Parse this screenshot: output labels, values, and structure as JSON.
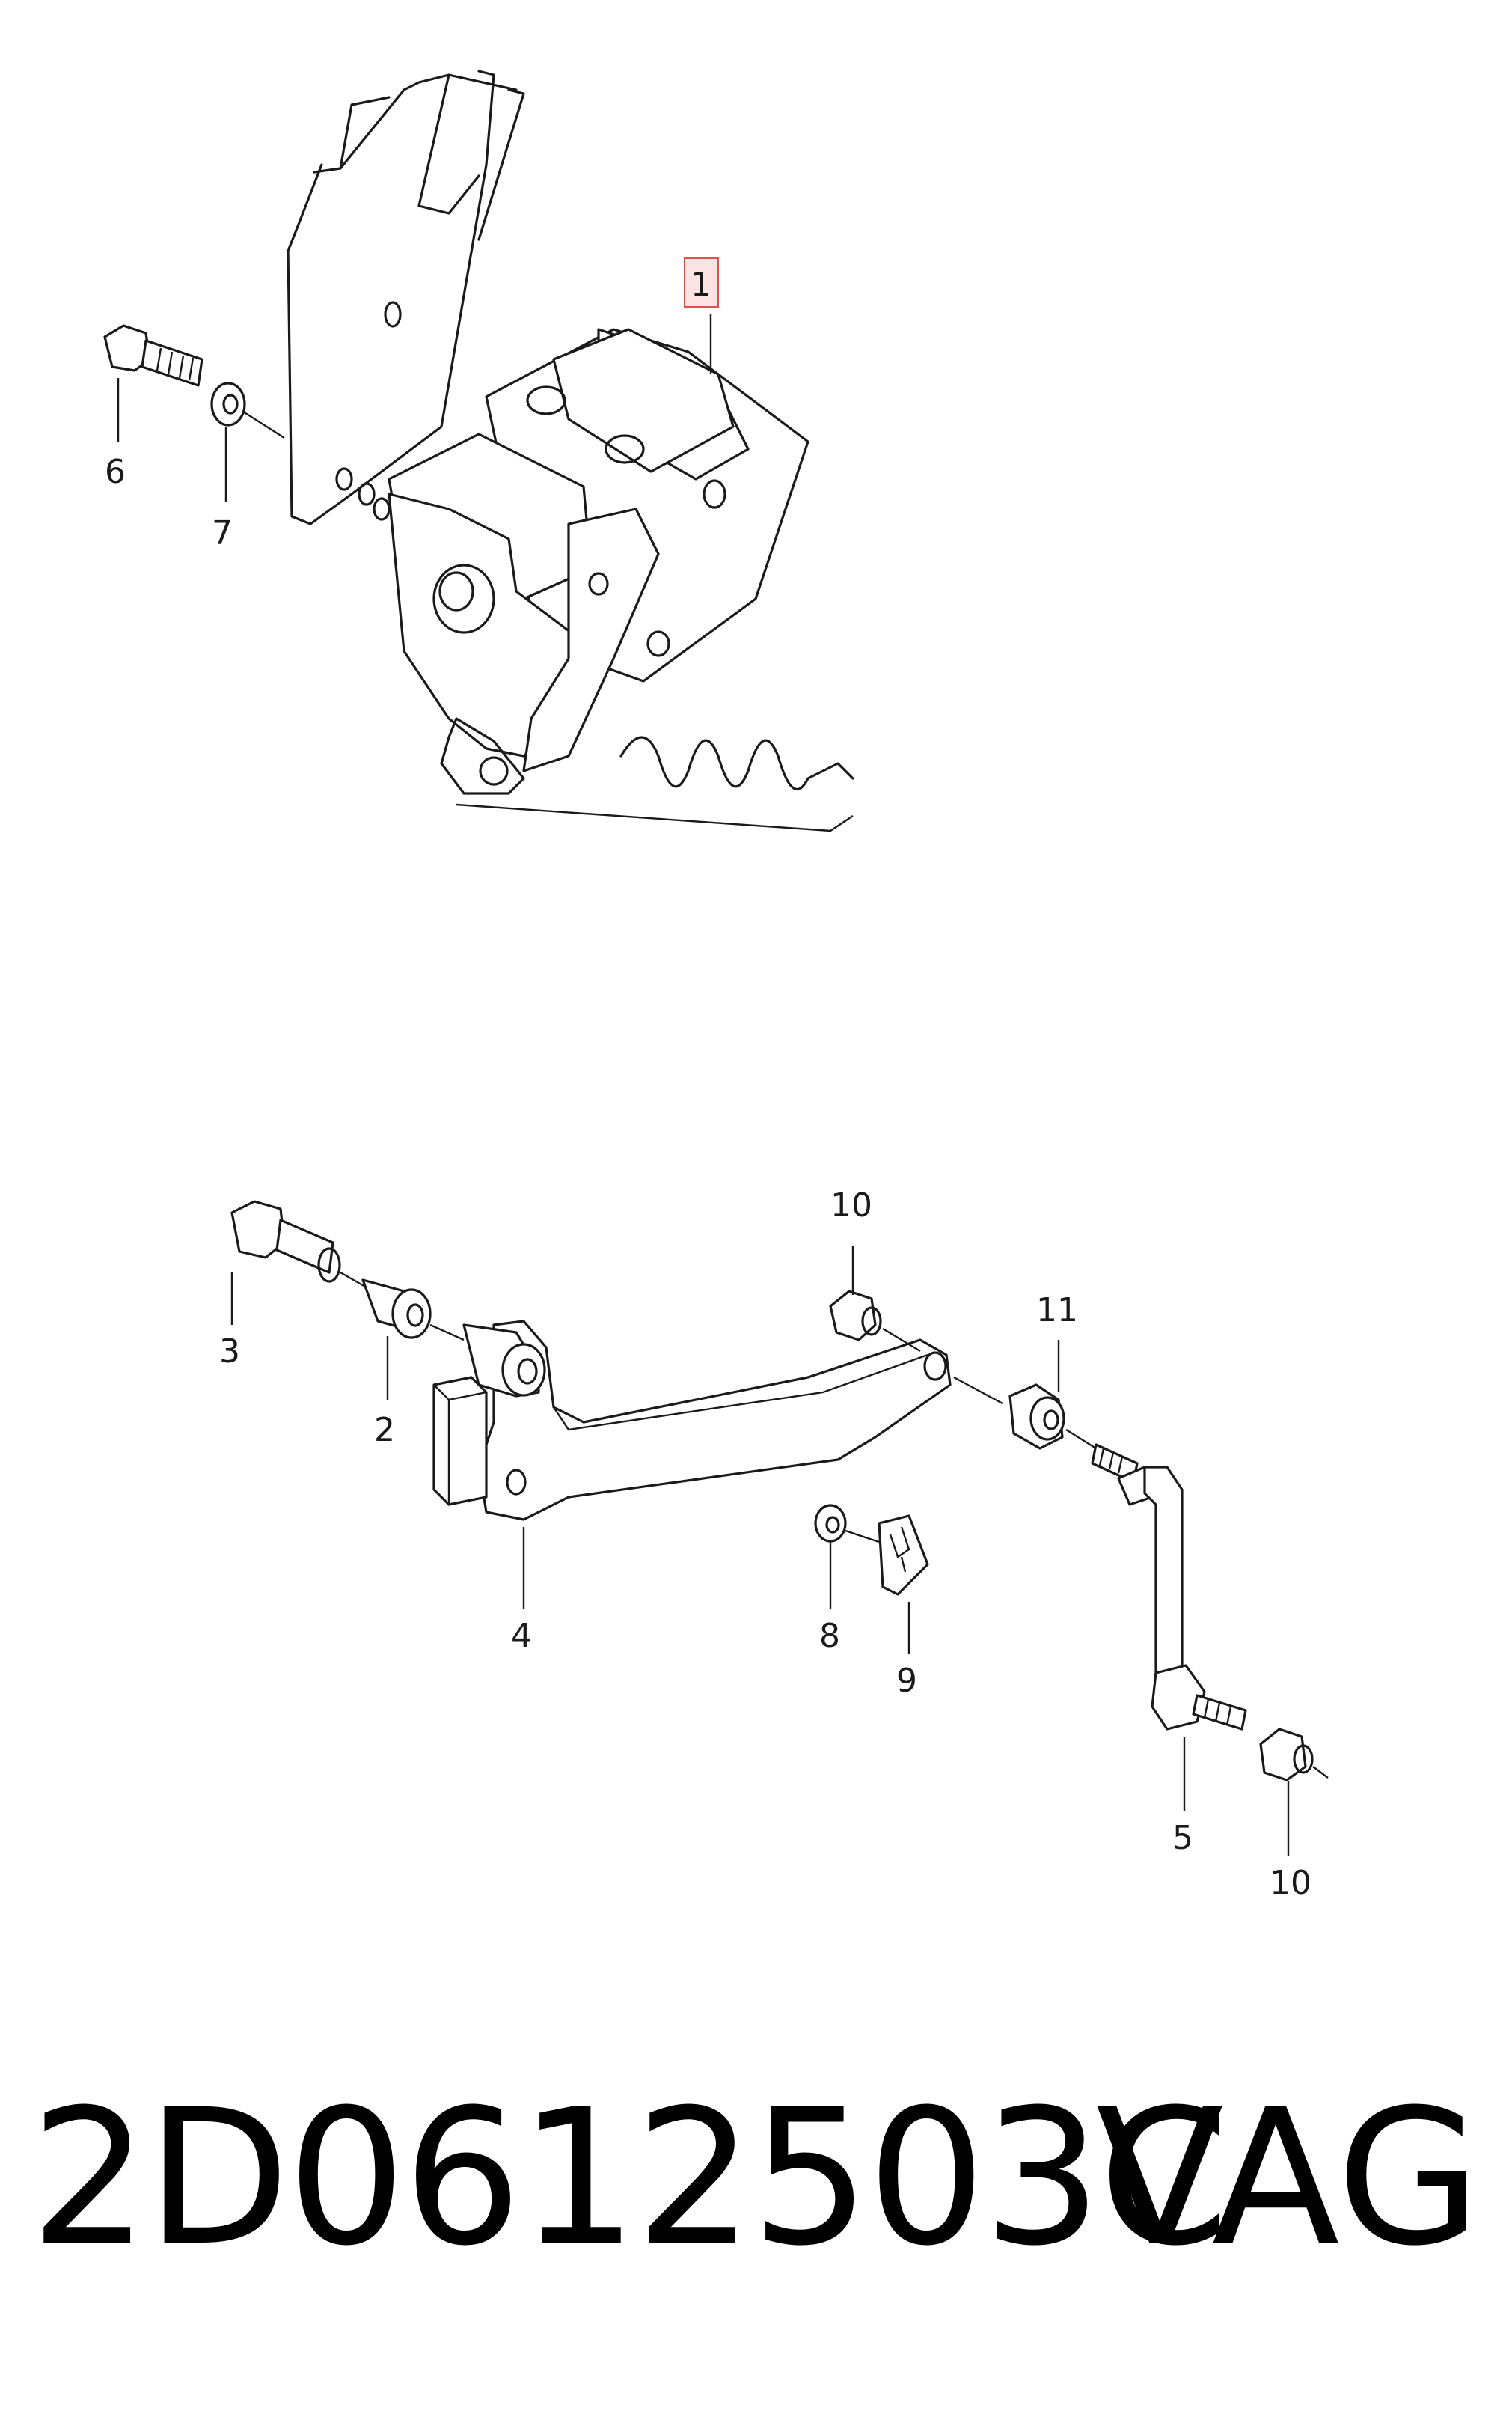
{
  "callouts": {
    "c1": "1",
    "c2": "2",
    "c3": "3",
    "c4": "4",
    "c5": "5",
    "c6": "6",
    "c7": "7",
    "c8": "8",
    "c9": "9",
    "c10a": "10",
    "c10b": "10",
    "c11": "11"
  },
  "highlight_color": "#d9534f",
  "footer": {
    "part_number": "2D0612503C",
    "brand": "VAG"
  }
}
